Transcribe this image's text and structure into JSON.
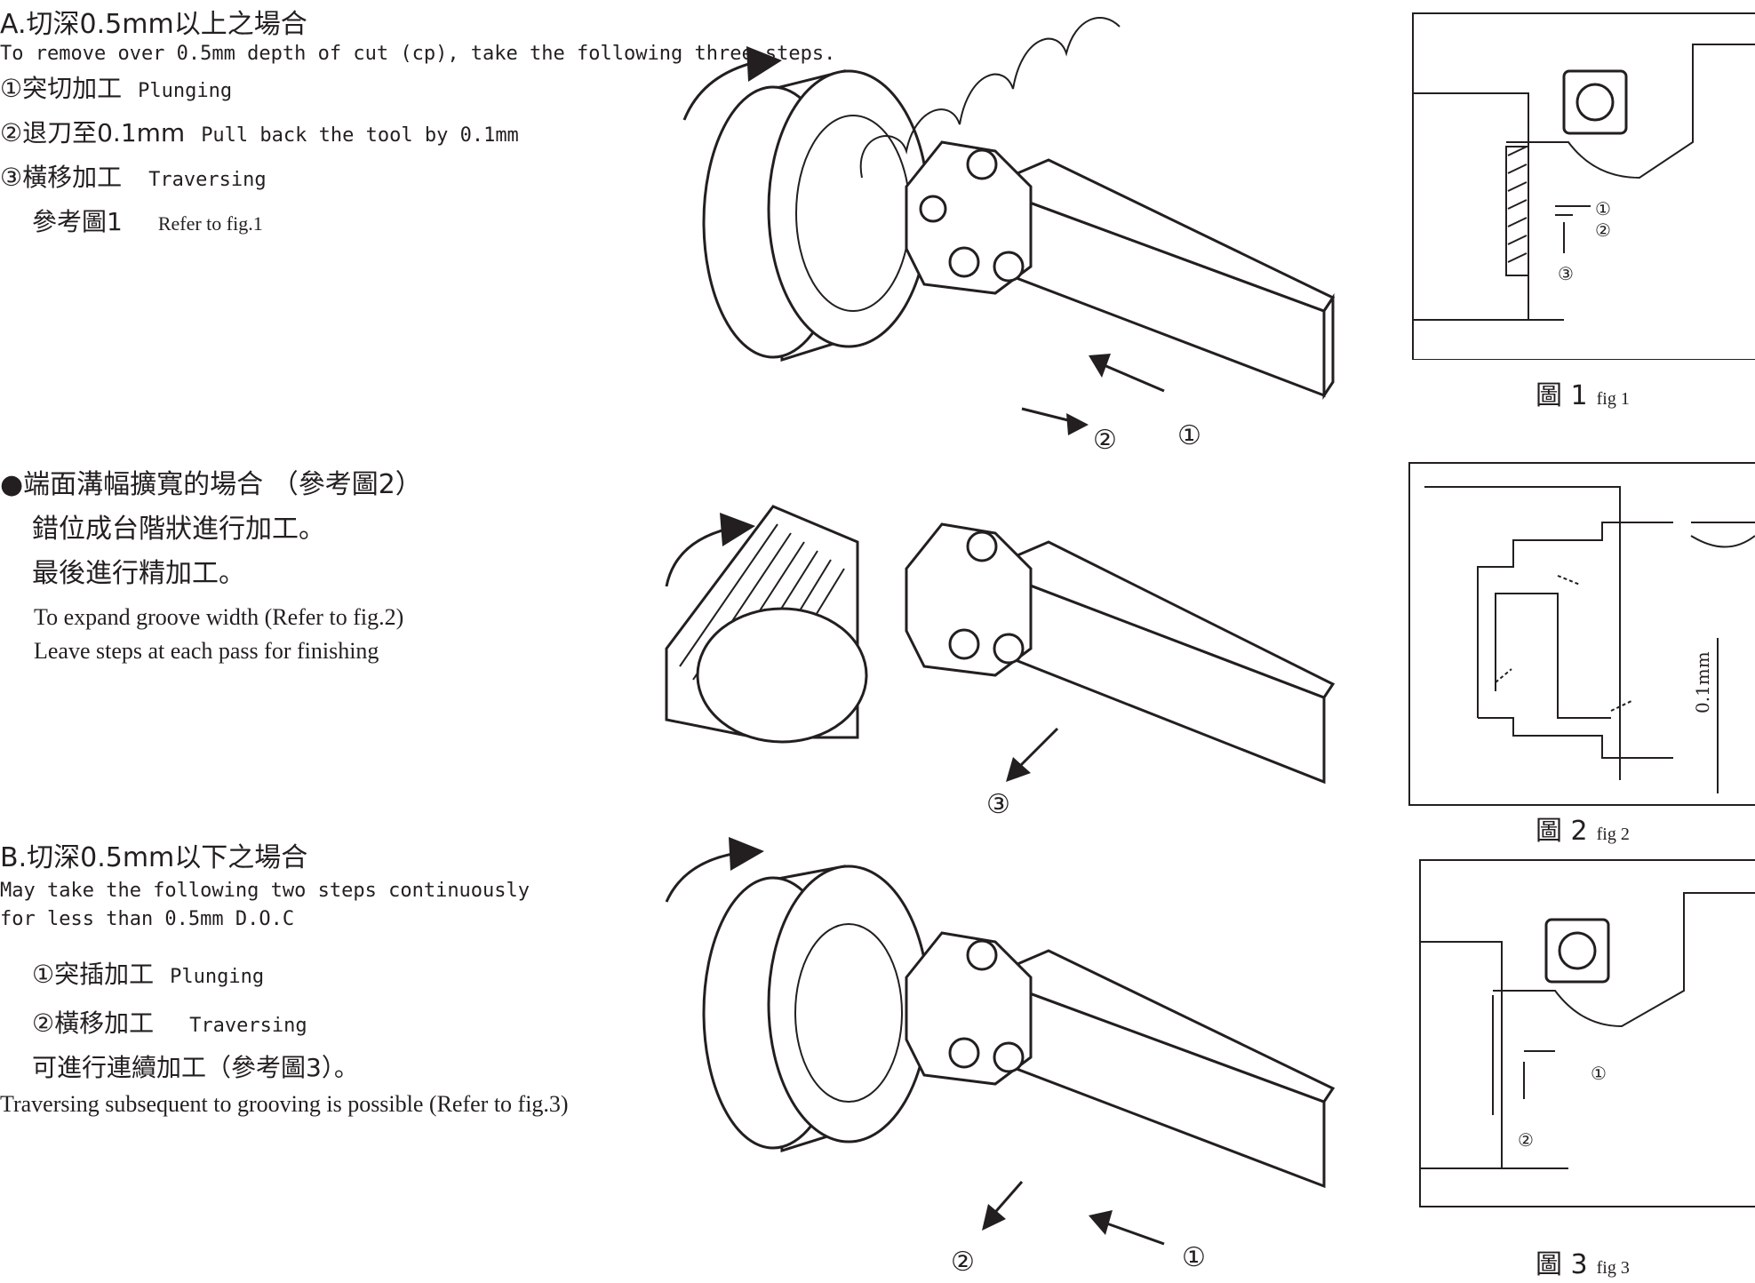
{
  "sectionA": {
    "title": "A.切深0.5mm以上之場合",
    "subtitle": "To remove over 0.5mm depth of cut (cp), take the following three steps.",
    "steps": [
      {
        "zh": "①突切加工",
        "en": "Plunging"
      },
      {
        "zh": "②退刀至0.1mm",
        "en": "Pull back the tool by 0.1mm"
      },
      {
        "zh": "③橫移加工",
        "en": "Traversing"
      },
      {
        "zh": "參考圖1",
        "en": "Refer to fig.1"
      }
    ]
  },
  "sectionFace": {
    "title": "●端面溝幅擴寬的場合 （參考圖2）",
    "line1": "錯位成台階狀進行加工。",
    "line2": "最後進行精加工。",
    "en1": "To expand groove width (Refer to fig.2)",
    "en2": "Leave steps at each pass for finishing"
  },
  "sectionB": {
    "title": "B.切深0.5mm以下之場合",
    "subtitle1": "May take the following two steps continuously",
    "subtitle2": "for less than 0.5mm D.O.C",
    "steps": [
      {
        "zh": "①突插加工",
        "en": "Plunging"
      },
      {
        "zh": "②橫移加工",
        "en": "Traversing"
      }
    ],
    "note_zh": "可進行連續加工（參考圖3）。",
    "note_en": "Traversing subsequent to grooving is possible (Refer to fig.3)"
  },
  "illustrations": {
    "a_labels": [
      "②",
      "①"
    ],
    "face_labels": [
      "③"
    ],
    "b_labels": [
      "②",
      "①"
    ]
  },
  "figures": [
    {
      "zh": "圖 1",
      "en": "fig 1",
      "labels": [
        "①",
        "②",
        "③"
      ]
    },
    {
      "zh": "圖 2",
      "en": "fig 2",
      "dimension": "0.1mm"
    },
    {
      "zh": "圖 3",
      "en": "fig 3",
      "labels": [
        "①",
        "②"
      ]
    }
  ]
}
